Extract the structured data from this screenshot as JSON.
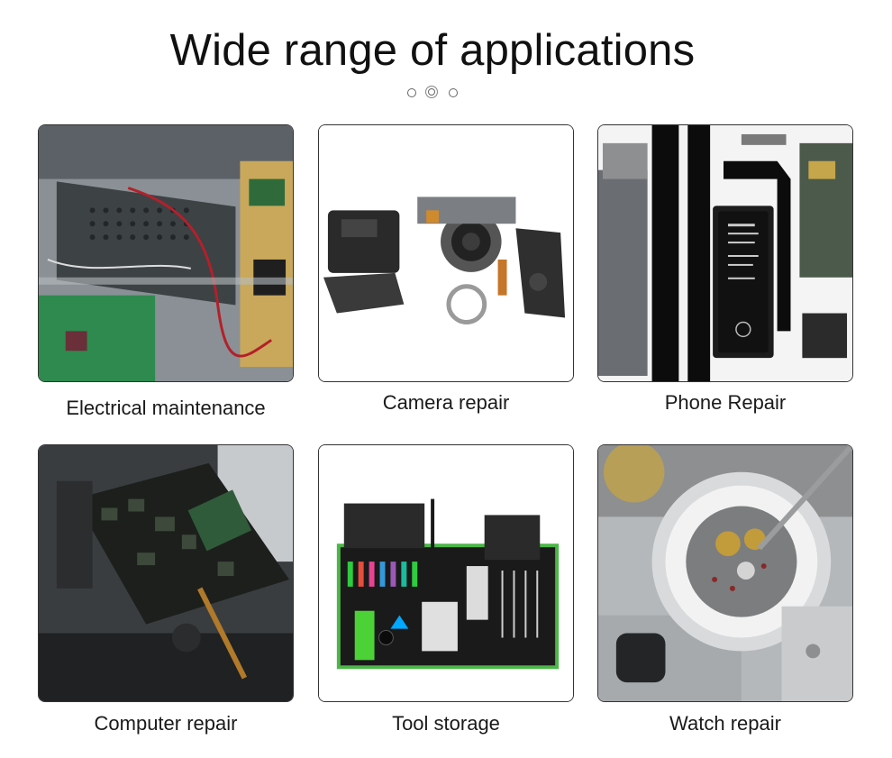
{
  "header": {
    "title": "Wide range of applications"
  },
  "carousel": {
    "dot_count": 3,
    "active_index": 1
  },
  "applications": [
    {
      "label": "Electrical maintenance",
      "image": "circuit-board-photo"
    },
    {
      "label": "Camera repair",
      "image": "disassembled-camera-photo"
    },
    {
      "label": "Phone Repair",
      "image": "phone-parts-battery-photo"
    },
    {
      "label": "Computer repair",
      "image": "laptop-motherboard-photo"
    },
    {
      "label": "Tool storage",
      "image": "tool-roll-kit-photo"
    },
    {
      "label": "Watch repair",
      "image": "watch-movement-photo"
    }
  ]
}
